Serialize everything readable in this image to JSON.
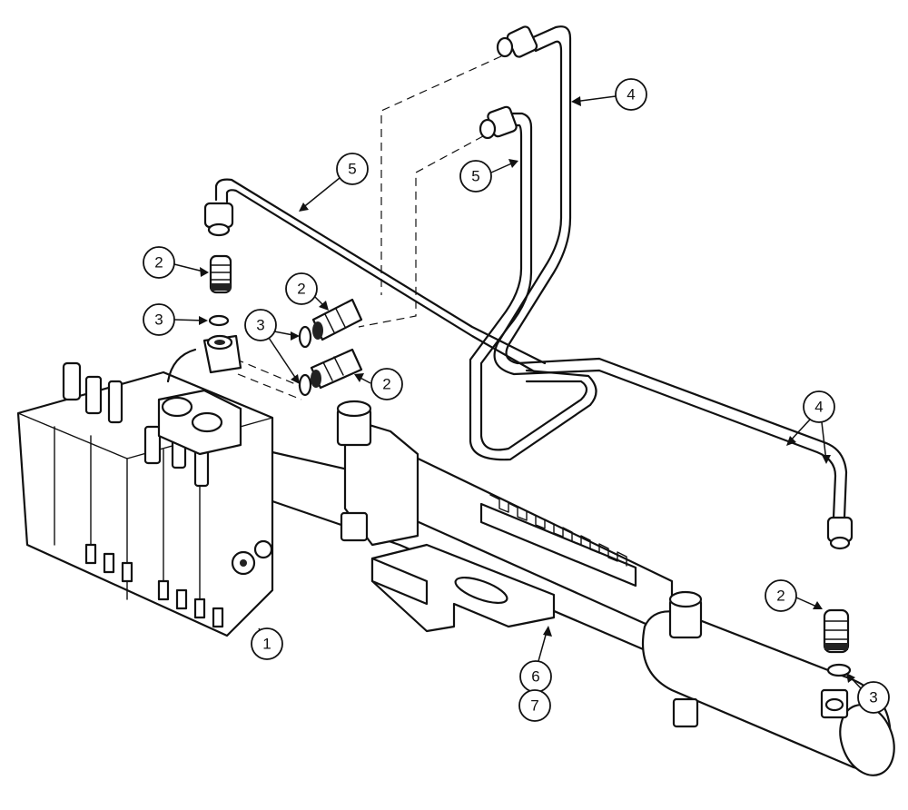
{
  "callouts": {
    "c1": "1",
    "c2a": "2",
    "c2b": "2",
    "c2c": "2",
    "c2d": "2",
    "c3a": "3",
    "c3b": "3",
    "c3c": "3",
    "c4a": "4",
    "c4b": "4",
    "c5a": "5",
    "c5b": "5",
    "c6": "6",
    "c7": "7"
  }
}
